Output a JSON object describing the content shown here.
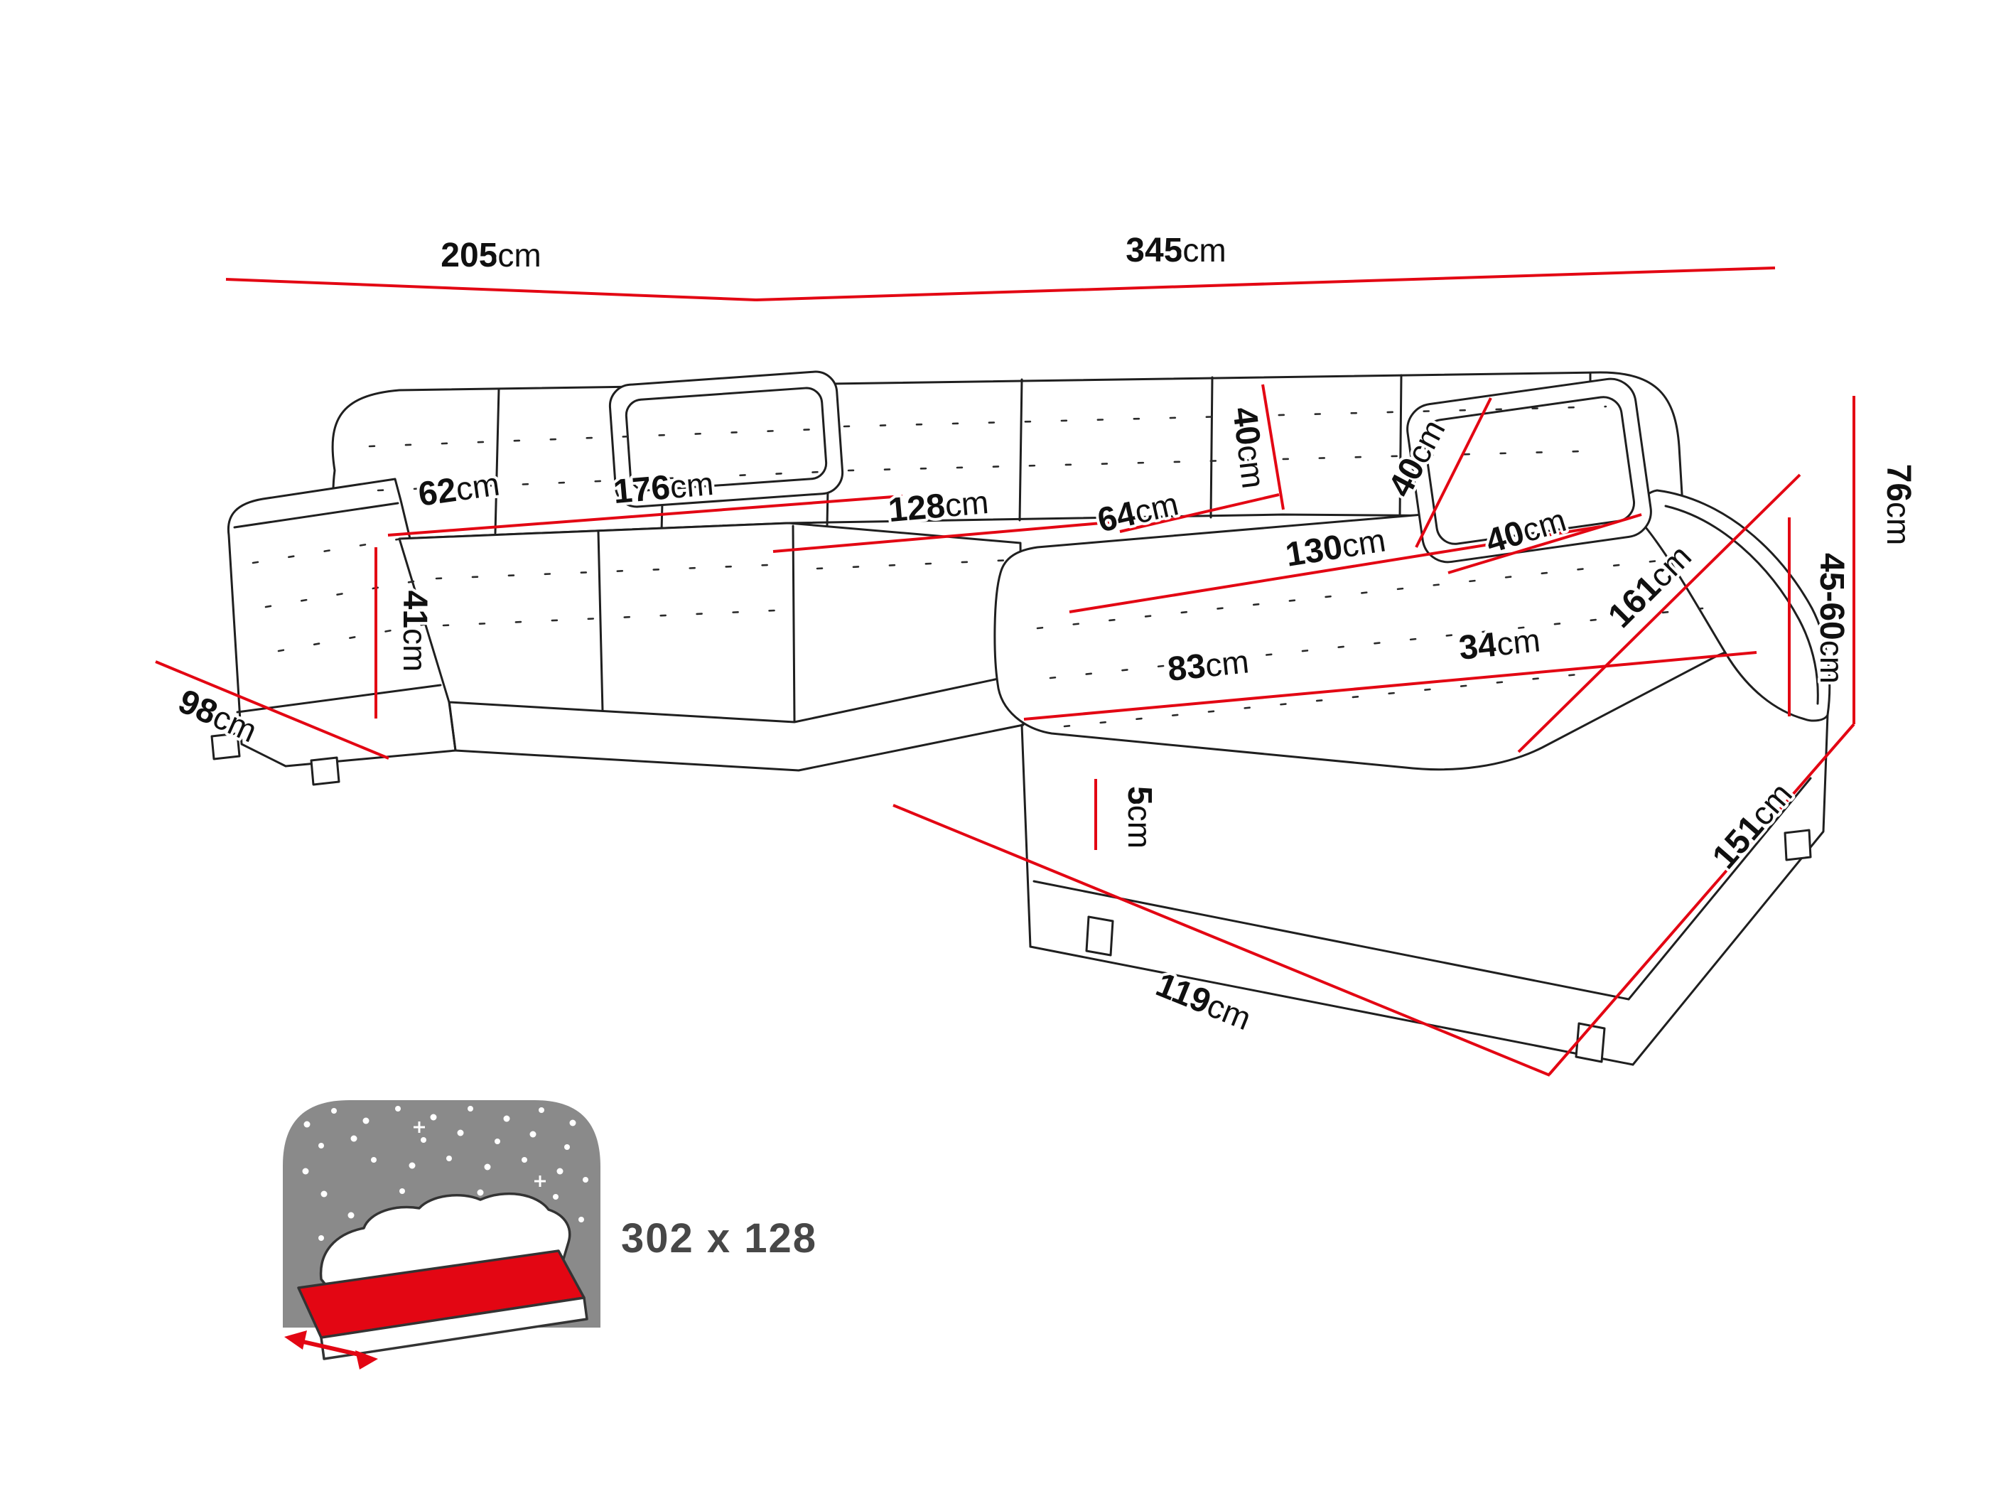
{
  "colors": {
    "dimension_line": "#e30613",
    "sofa_outline": "#1f1f1f",
    "label_text": "#101010",
    "icon_gray": "#8a8a8a",
    "icon_red": "#e30613"
  },
  "dimensions": {
    "width_left": {
      "value": "205",
      "unit": "cm"
    },
    "width_right": {
      "value": "345",
      "unit": "cm"
    },
    "back_cushion_depth": {
      "value": "62",
      "unit": "cm"
    },
    "left_section_length": {
      "value": "176",
      "unit": "cm"
    },
    "middle_section_length": {
      "value": "128",
      "unit": "cm"
    },
    "corner_section_width": {
      "value": "64",
      "unit": "cm"
    },
    "pillow_middle_size": {
      "value": "40",
      "unit": "cm"
    },
    "pillow_right_height": {
      "value": "40",
      "unit": "cm"
    },
    "pillow_right_width": {
      "value": "40",
      "unit": "cm"
    },
    "seat_height": {
      "value": "41",
      "unit": "cm"
    },
    "left_chaise_depth": {
      "value": "98",
      "unit": "cm"
    },
    "chaise_length": {
      "value": "130",
      "unit": "cm"
    },
    "chaise_width": {
      "value": "83",
      "unit": "cm"
    },
    "armrest_width": {
      "value": "34",
      "unit": "cm"
    },
    "armrest_length": {
      "value": "161",
      "unit": "cm"
    },
    "total_height": {
      "value": "76",
      "unit": "cm"
    },
    "backrest_height": {
      "value": "45-60",
      "unit": "cm"
    },
    "leg_height": {
      "value": "5",
      "unit": "cm"
    },
    "right_section_depth": {
      "value": "151",
      "unit": "cm"
    },
    "front_width": {
      "value": "119",
      "unit": "cm"
    }
  },
  "sleeping_area": {
    "label": "302 x 128"
  }
}
